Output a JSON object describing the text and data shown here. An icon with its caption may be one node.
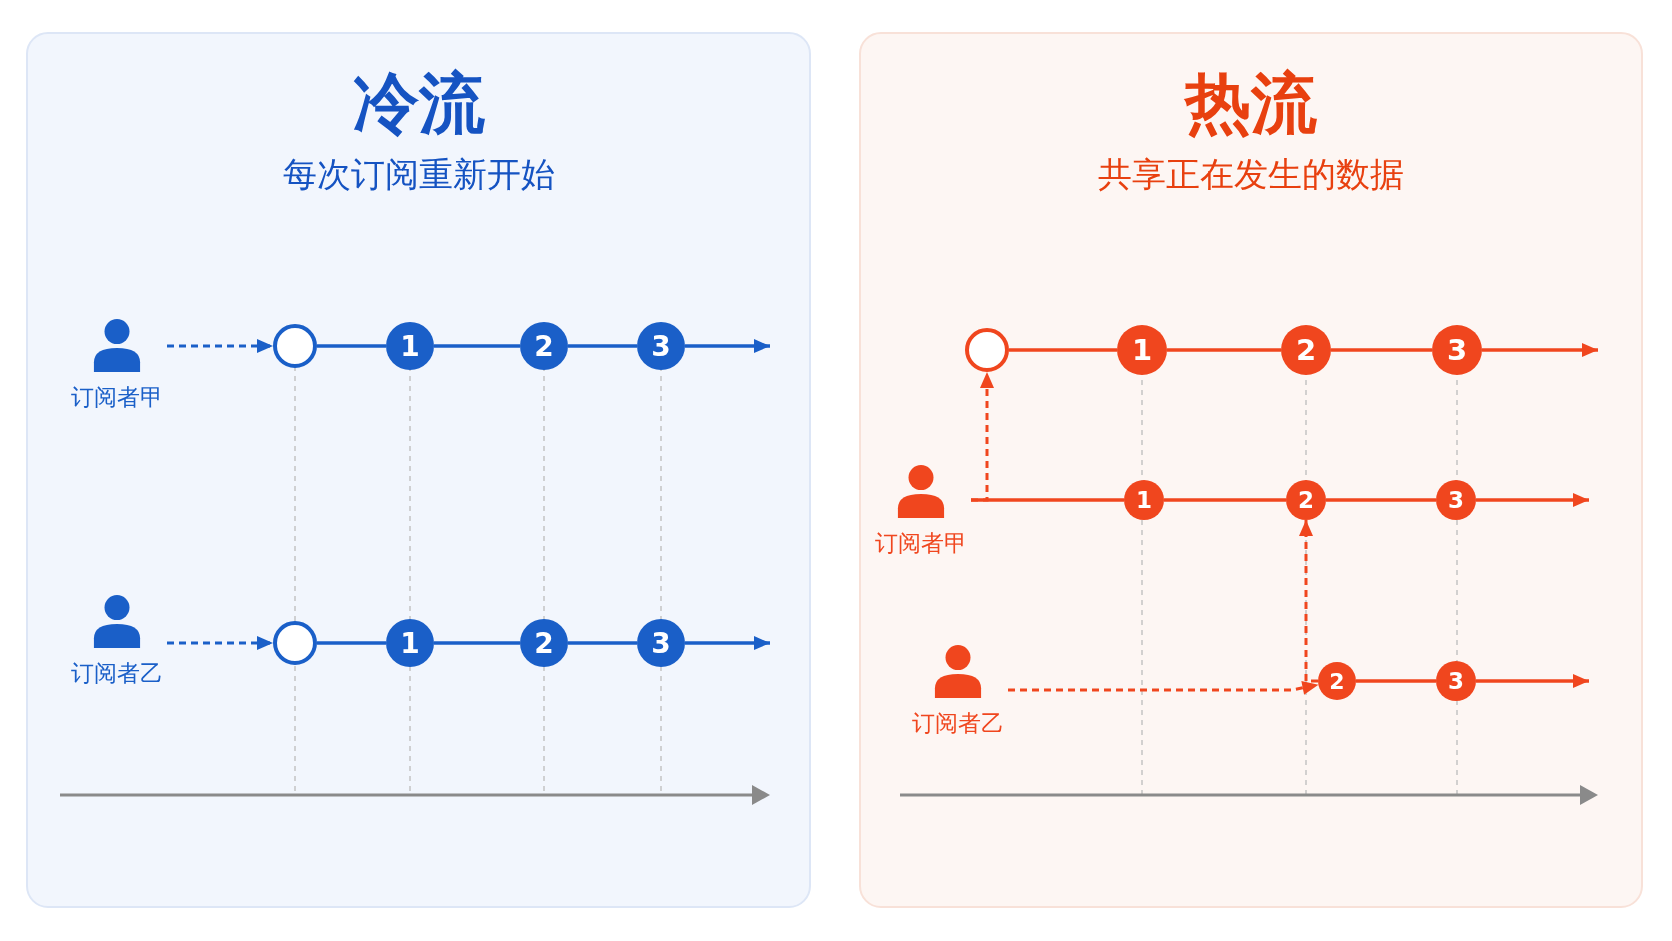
{
  "diagram": {
    "nodes": [
      {
        "text": [
          "冷流",
          "每次订阅重新开始"
        ]
      },
      {
        "text": [
          "订阅者甲"
        ],
        "in": 0
      },
      {
        "text": [],
        "shape": "circle",
        "in": 0
      },
      {
        "text": [
          "1"
        ],
        "in": 0
      },
      {
        "text": [
          "2"
        ],
        "in": 0
      },
      {
        "text": [
          "3"
        ],
        "in": 0
      },
      {
        "text": [
          "订阅者乙"
        ],
        "in": 0
      },
      {
        "text": [],
        "shape": "circle",
        "in": 0
      },
      {
        "text": [
          "1"
        ],
        "in": 0
      },
      {
        "text": [
          "2"
        ],
        "in": 0
      },
      {
        "text": [
          "3"
        ],
        "in": 0
      },
      {
        "text": [
          "热流",
          "共享正在发生的数据"
        ]
      },
      {
        "text": [],
        "shape": "circle",
        "in": 11
      },
      {
        "text": [
          "1"
        ],
        "in": 11
      },
      {
        "text": [
          "2"
        ],
        "in": 11
      },
      {
        "text": [
          "3"
        ],
        "in": 11
      },
      {
        "text": [
          "订阅者甲"
        ],
        "in": 11
      },
      {
        "text": [
          "1"
        ],
        "in": 11
      },
      {
        "text": [
          "2"
        ],
        "in": 11
      },
      {
        "text": [
          "3"
        ],
        "in": 11
      },
      {
        "text": [
          "订阅者乙"
        ],
        "in": 11
      },
      {
        "text": [
          "2"
        ],
        "in": 11
      },
      {
        "text": [
          "3"
        ],
        "in": 11
      }
    ],
    "edges": [
      {
        "from": 1,
        "to": 2,
        "arrow": "to",
        "style": "dashed",
        "color": "#1a5fc8"
      },
      {
        "from": 2,
        "to": 3,
        "arrow": "none",
        "color": "#1a5fc8"
      },
      {
        "from": 3,
        "to": 4,
        "arrow": "none",
        "color": "#1a5fc8"
      },
      {
        "from": 4,
        "to": 5,
        "arrow": "none",
        "color": "#1a5fc8"
      },
      {
        "from": 5,
        "to": null,
        "arrow": "to",
        "color": "#1a5fc8"
      },
      {
        "from": 6,
        "to": 7,
        "arrow": "to",
        "style": "dashed",
        "color": "#1a5fc8"
      },
      {
        "from": 7,
        "to": 8,
        "arrow": "none",
        "color": "#1a5fc8"
      },
      {
        "from": 8,
        "to": 9,
        "arrow": "none",
        "color": "#1a5fc8"
      },
      {
        "from": 9,
        "to": 10,
        "arrow": "none",
        "color": "#1a5fc8"
      },
      {
        "from": 10,
        "to": null,
        "arrow": "to",
        "color": "#1a5fc8"
      },
      {
        "from": 12,
        "to": 13,
        "arrow": "none"
      },
      {
        "from": 13,
        "to": 14,
        "arrow": "none"
      },
      {
        "from": 14,
        "to": 15,
        "arrow": "none"
      },
      {
        "from": 15,
        "to": null,
        "arrow": "to"
      },
      {
        "from": 16,
        "to": 12,
        "arrow": "to",
        "style": "dashed"
      },
      {
        "from": 16,
        "to": 17,
        "arrow": "none"
      },
      {
        "from": 17,
        "to": 18,
        "arrow": "none"
      },
      {
        "from": 18,
        "to": 19,
        "arrow": "none"
      },
      {
        "from": 19,
        "to": null,
        "arrow": "to"
      },
      {
        "from": 20,
        "to": 21,
        "arrow": "to",
        "style": "dashed"
      },
      {
        "from": 21,
        "to": 18,
        "arrow": "to",
        "style": "dashed"
      },
      {
        "from": 21,
        "to": 22,
        "arrow": "none"
      },
      {
        "from": 22,
        "to": null,
        "arrow": "to"
      }
    ]
  }
}
